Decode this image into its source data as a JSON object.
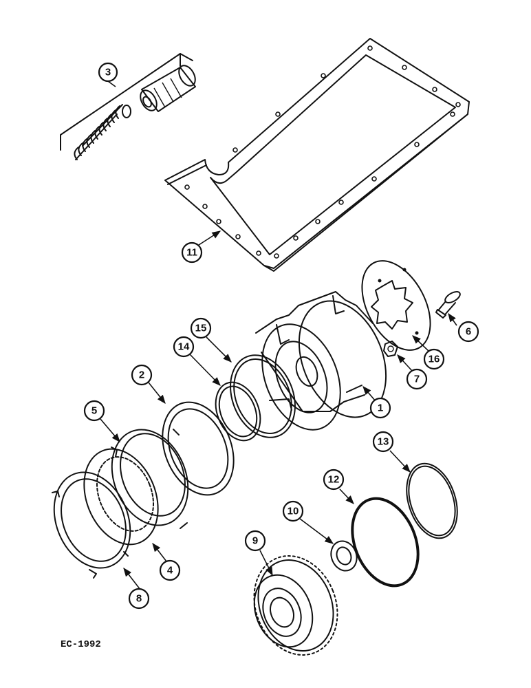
{
  "drawing_code": "EC-1992",
  "callouts": {
    "c1": "1",
    "c2": "2",
    "c3": "3",
    "c4": "4",
    "c5": "5",
    "c6": "6",
    "c7": "7",
    "c8": "8",
    "c9": "9",
    "c10": "10",
    "c11": "11",
    "c12": "12",
    "c13": "13",
    "c14": "14",
    "c15": "15",
    "c16": "16"
  }
}
